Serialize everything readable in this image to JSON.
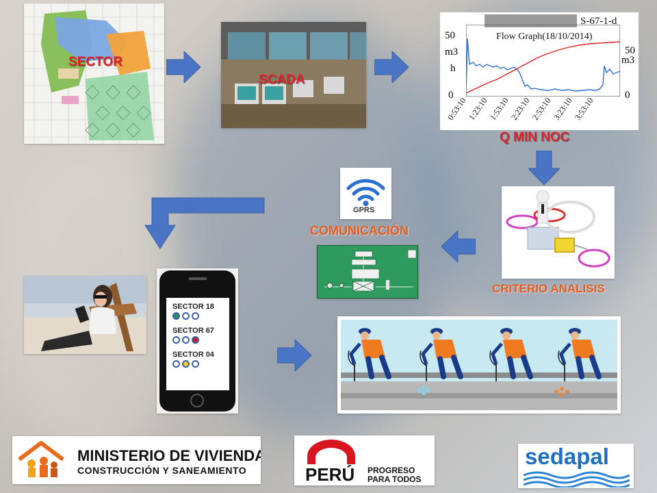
{
  "labels": {
    "sector": "SECTOR",
    "scada": "SCADA",
    "q_min_noc": "Q MIN NOC",
    "comunicacion": "COMUNICACIÓN",
    "criterio": "CRITERIO ANALISIS",
    "gprs": "GPRS"
  },
  "flow_graph": {
    "id_label": "S-67-1-d",
    "title": "Flow Graph(18/10/2014)",
    "y_left_max": "50",
    "y_left_min": "0",
    "y_left_unit_1": "m3",
    "y_left_unit_2": "h",
    "y_right_max": "50",
    "y_right_min": "0",
    "y_right_unit": "m3",
    "x_ticks": [
      "0:53:10",
      "1:23:10",
      "1:53:10",
      "2:23:10",
      "2:53:10",
      "3:23:10",
      "3:53:10"
    ]
  },
  "phone": {
    "sectors": [
      {
        "name": "SECTOR 18",
        "dots": [
          "#2e8b57",
          "#ffffff",
          "#ffffff"
        ]
      },
      {
        "name": "SECTOR 67",
        "dots": [
          "#ffffff",
          "#ffffff",
          "#c0202a"
        ]
      },
      {
        "name": "SECTOR 04",
        "dots": [
          "#ffffff",
          "#f0d020",
          "#ffffff"
        ]
      }
    ]
  },
  "logos": {
    "ministerio_line1": "MINISTERIO DE VIVIENDA",
    "ministerio_line2": "CONSTRUCCIÓN Y SANEAMIENTO",
    "peru_word": "PERÚ",
    "peru_slogan_1": "PROGRESO",
    "peru_slogan_2": "PARA TODOS",
    "sedapal": "sedapal"
  },
  "colors": {
    "arrow": "#4a74c4",
    "label_red": "#e0242c",
    "label_orange": "#e45c1f",
    "flow_blue": "#2a6fd6",
    "flow_red": "#e02020"
  }
}
